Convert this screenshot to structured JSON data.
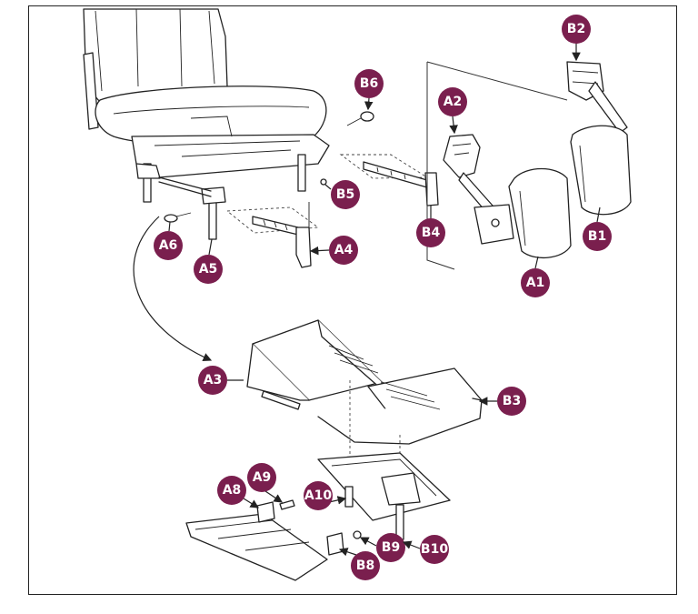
{
  "accent_color": "#7a1f4e",
  "callouts": {
    "A1": "A1",
    "A2": "A2",
    "A3": "A3",
    "A4": "A4",
    "A5": "A5",
    "A6": "A6",
    "A8": "A8",
    "A9": "A9",
    "A10": "A10",
    "B1": "B1",
    "B2": "B2",
    "B3": "B3",
    "B4": "B4",
    "B5": "B5",
    "B6": "B6",
    "B8": "B8",
    "B9": "B9",
    "B10": "B10"
  }
}
